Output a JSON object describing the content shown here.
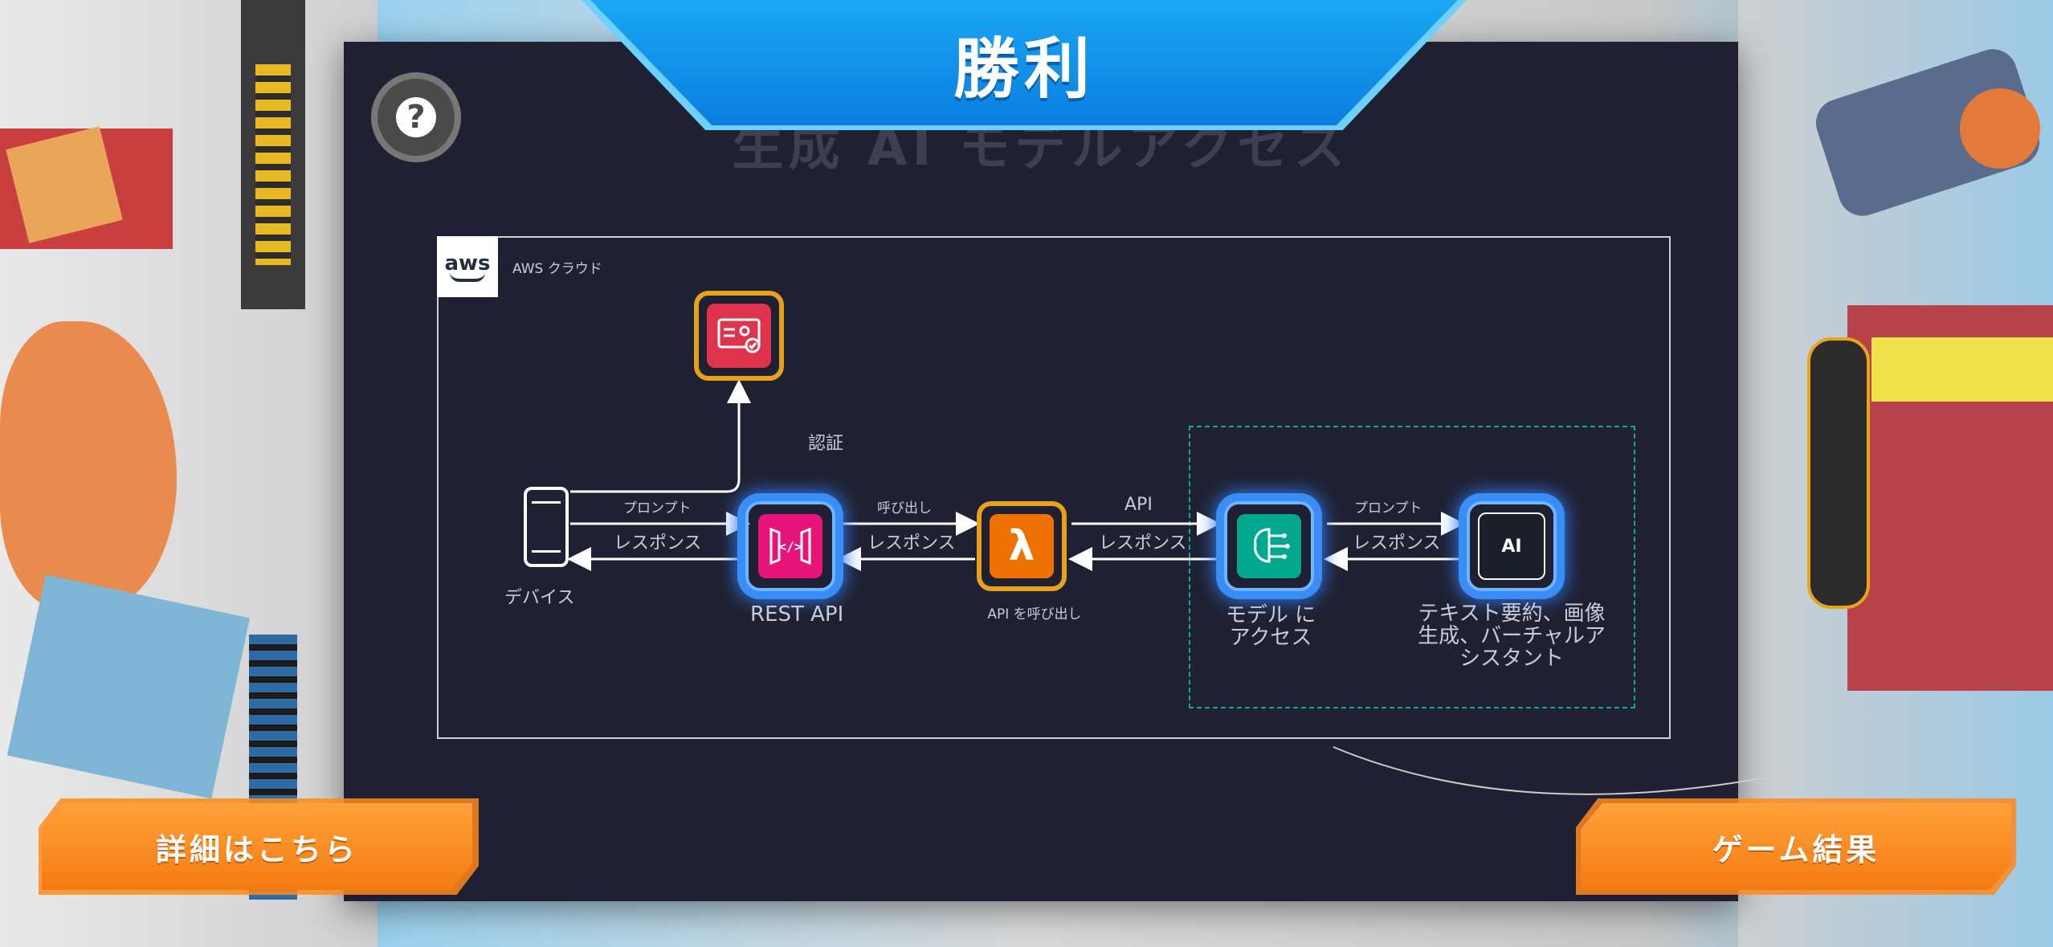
{
  "banner": {
    "title": "勝利"
  },
  "board": {
    "title": "生成 AI モデルアクセス"
  },
  "help": {
    "label": "?"
  },
  "diagram": {
    "aws_logo": "aws",
    "cloud_label": "AWS クラウド",
    "nodes": {
      "device": "デバイス",
      "rest_api": "REST API",
      "lambda_caption": "API を呼び出し",
      "model_access": [
        "モデル に",
        "アクセス"
      ],
      "ai_uses": [
        "テキスト要約、画像",
        "生成、バーチャルア",
        "シスタント"
      ]
    },
    "edges": {
      "auth": "認証",
      "prompt_1": "プロンプト",
      "response_1": "レスポンス",
      "invoke": "呼び出し",
      "response_2": "レスポンス",
      "api": "API",
      "response_3": "レスポンス",
      "prompt_2": "プロンプト",
      "response_4": "レスポンス"
    },
    "icon_names": {
      "auth": "cognito-icon",
      "rest_api": "api-gateway-icon",
      "lambda": "lambda-icon",
      "model": "bedrock-icon",
      "ai": "ai-chip-icon"
    },
    "lambda_symbol": "λ",
    "ai_symbol": "AI"
  },
  "buttons": {
    "details": "詳細はこちら",
    "results": "ゲーム結果"
  },
  "colors": {
    "board": "#1f2132",
    "banner": "#0a7ee0",
    "button": "#f47a12",
    "auth": "#dd344c",
    "rest_api": "#e7157b",
    "lambda": "#ed7100",
    "model": "#01a88d",
    "ai": "#1b1f2a"
  }
}
